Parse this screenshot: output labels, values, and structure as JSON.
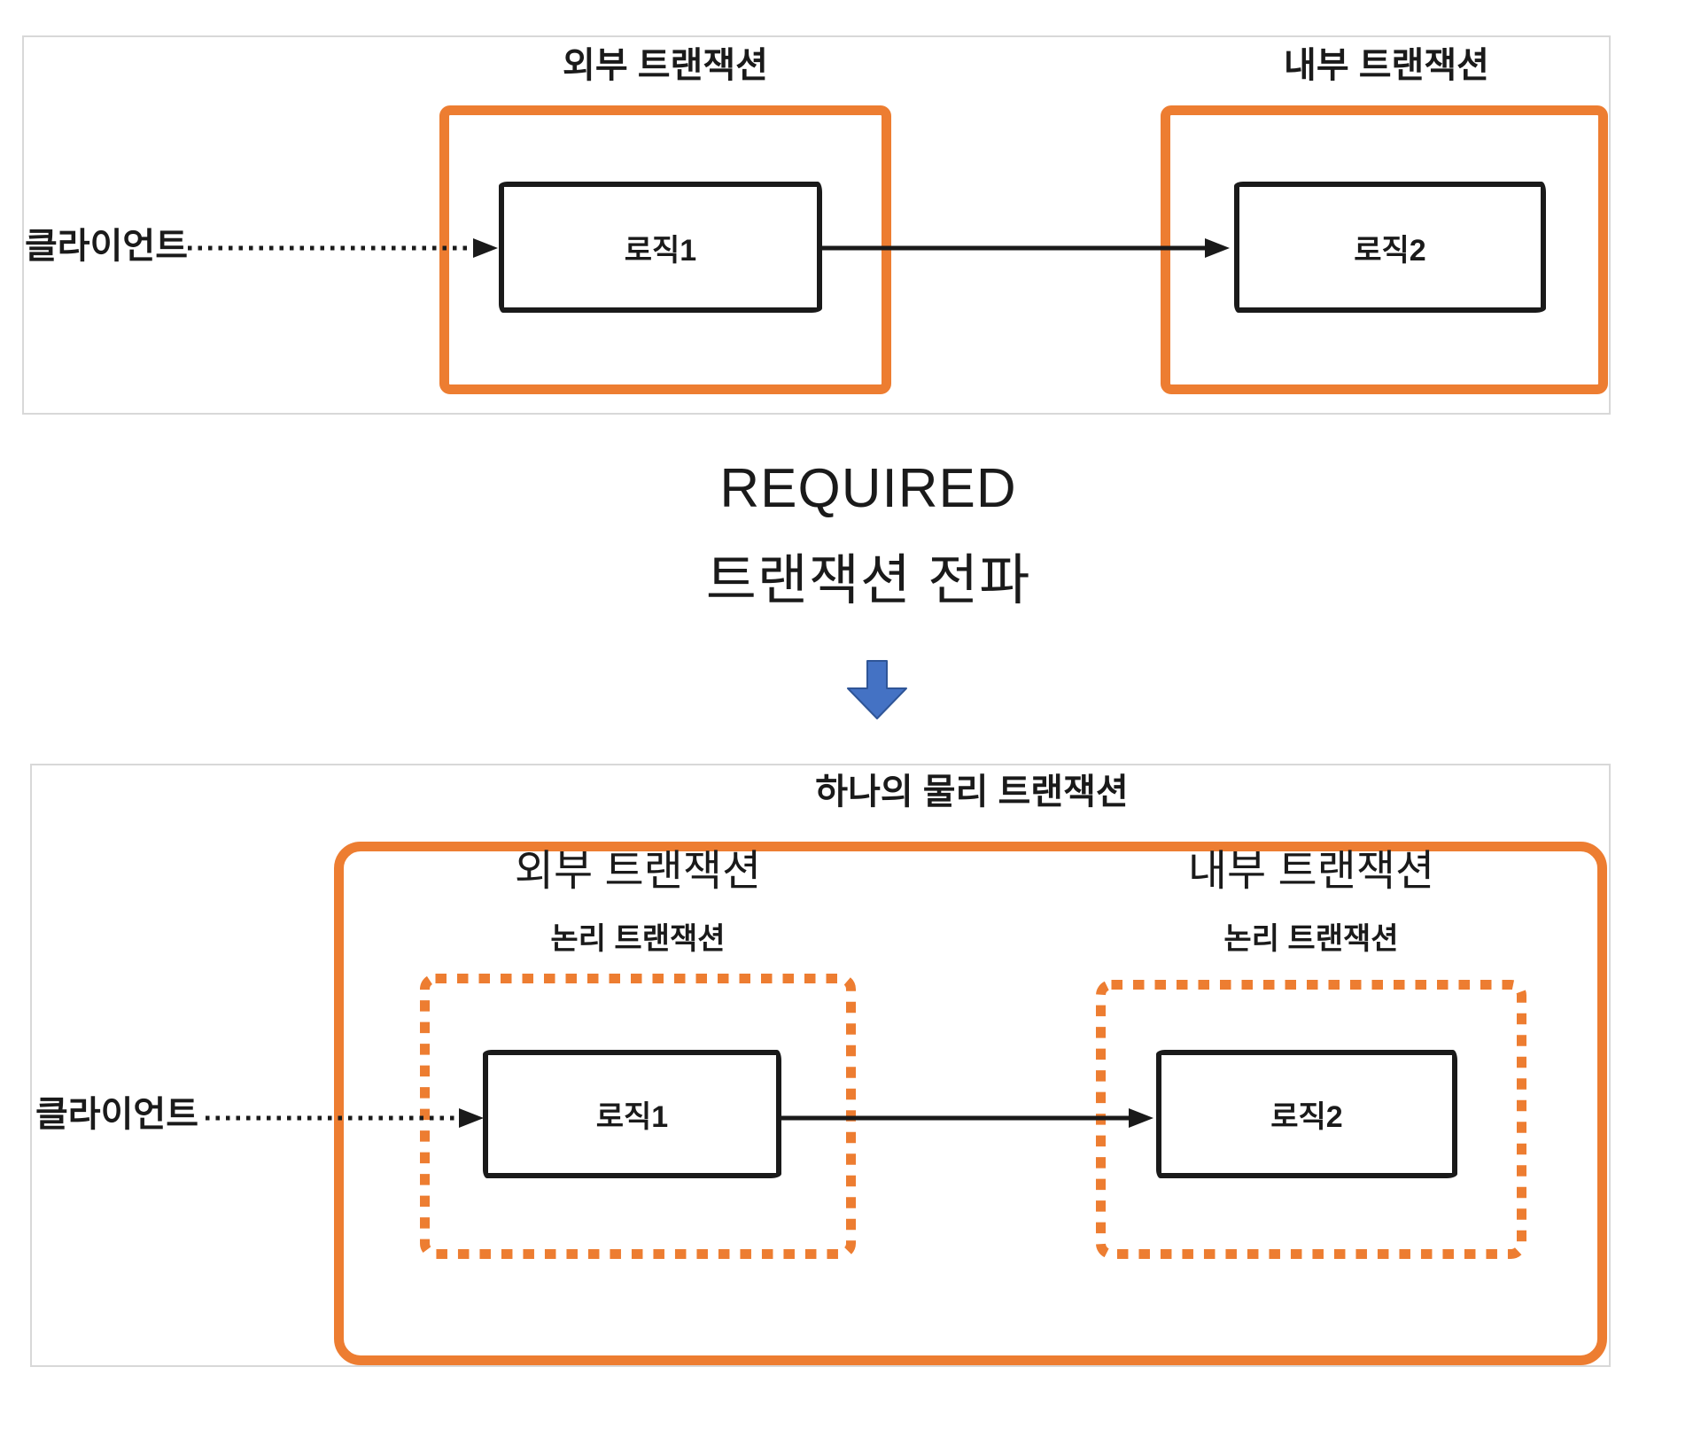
{
  "colors": {
    "orange": "#ED7D31",
    "black": "#1a1a1a",
    "panel_border": "#d8d8d8",
    "blue_arrow_fill": "#4472C4",
    "blue_arrow_stroke": "#2F5597"
  },
  "top_panel": {
    "outer_tx_label": "외부 트랜잭션",
    "inner_tx_label": "내부 트랜잭션",
    "client_label": "클라이언트",
    "logic1_label": "로직1",
    "logic2_label": "로직2"
  },
  "middle": {
    "line1": "REQUIRED",
    "line2": "트랜잭션 전파",
    "arrow_icon": "down-block-arrow"
  },
  "bottom_panel": {
    "title": "하나의 물리 트랜잭션",
    "client_label": "클라이언트",
    "outer_tx_label": "외부 트랜잭션",
    "outer_logical_tx_label": "논리 트랜잭션",
    "inner_tx_label": "내부 트랜잭션",
    "inner_logical_tx_label": "논리 트랜잭션",
    "logic1_label": "로직1",
    "logic2_label": "로직2"
  }
}
